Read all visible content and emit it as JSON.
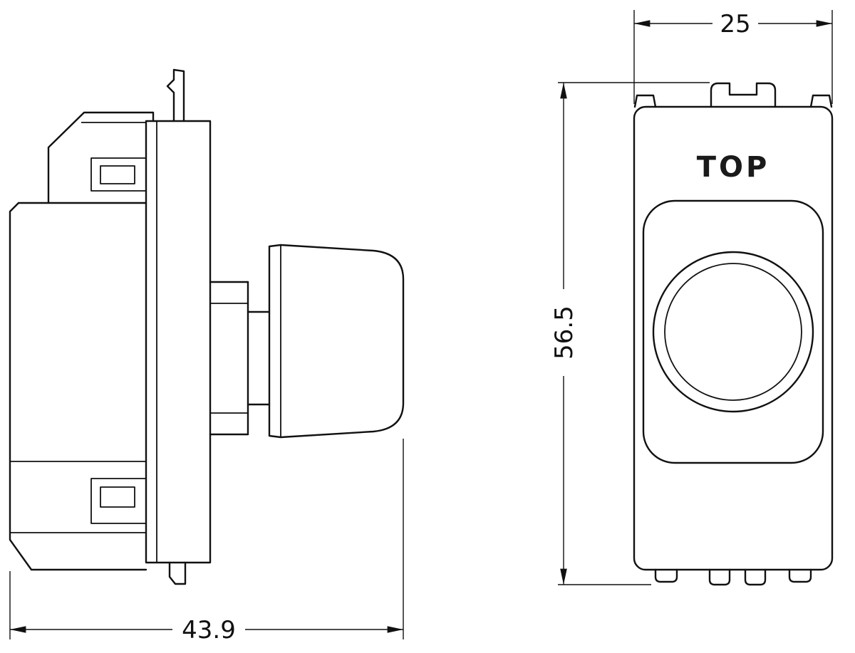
{
  "drawing": {
    "top_marking": "TOP",
    "dimensions": {
      "depth": "43.9",
      "width": "25",
      "height": "56.5"
    },
    "colors": {
      "line": "#111111",
      "background": "#ffffff"
    }
  }
}
